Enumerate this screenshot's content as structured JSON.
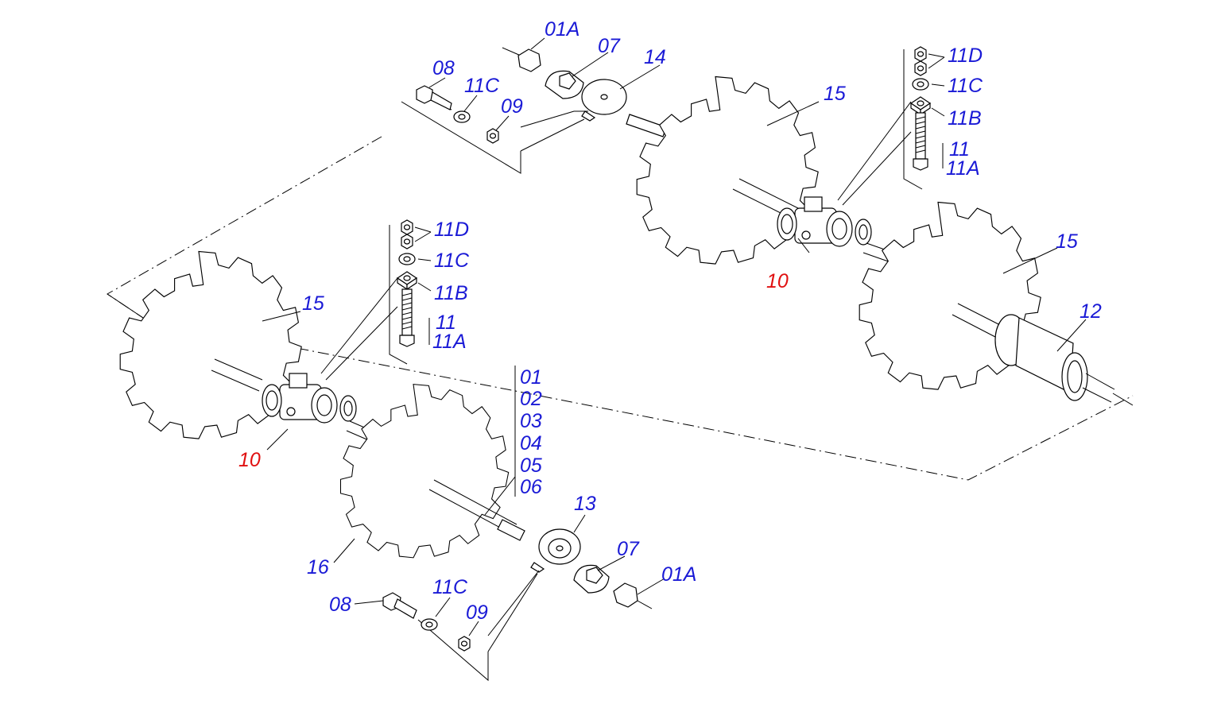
{
  "diagram": {
    "labels": {
      "top_01A": "01A",
      "top_07": "07",
      "top_14": "14",
      "top_08": "08",
      "top_11C": "11C",
      "top_09": "09",
      "top_15": "15",
      "tr_11D": "11D",
      "tr_11C": "11C",
      "tr_11B": "11B",
      "tr_11": "11",
      "tr_11A": "11A",
      "right_10": "10",
      "right_15": "15",
      "right_12": "12",
      "left_11D": "11D",
      "left_11C": "11C",
      "left_11B": "11B",
      "left_11": "11",
      "left_11A": "11A",
      "left_15": "15",
      "left_10": "10",
      "list_01": "01",
      "list_02": "02",
      "list_03": "03",
      "list_04": "04",
      "list_05": "05",
      "list_06": "06",
      "bot_13": "13",
      "bot_07": "07",
      "bot_01A": "01A",
      "bot_16": "16",
      "bot_11C": "11C",
      "bot_09": "09",
      "bot_08": "08"
    },
    "colors": {
      "label": "#1a1ad6",
      "highlight_label": "#e01010",
      "line": "#000000"
    }
  }
}
